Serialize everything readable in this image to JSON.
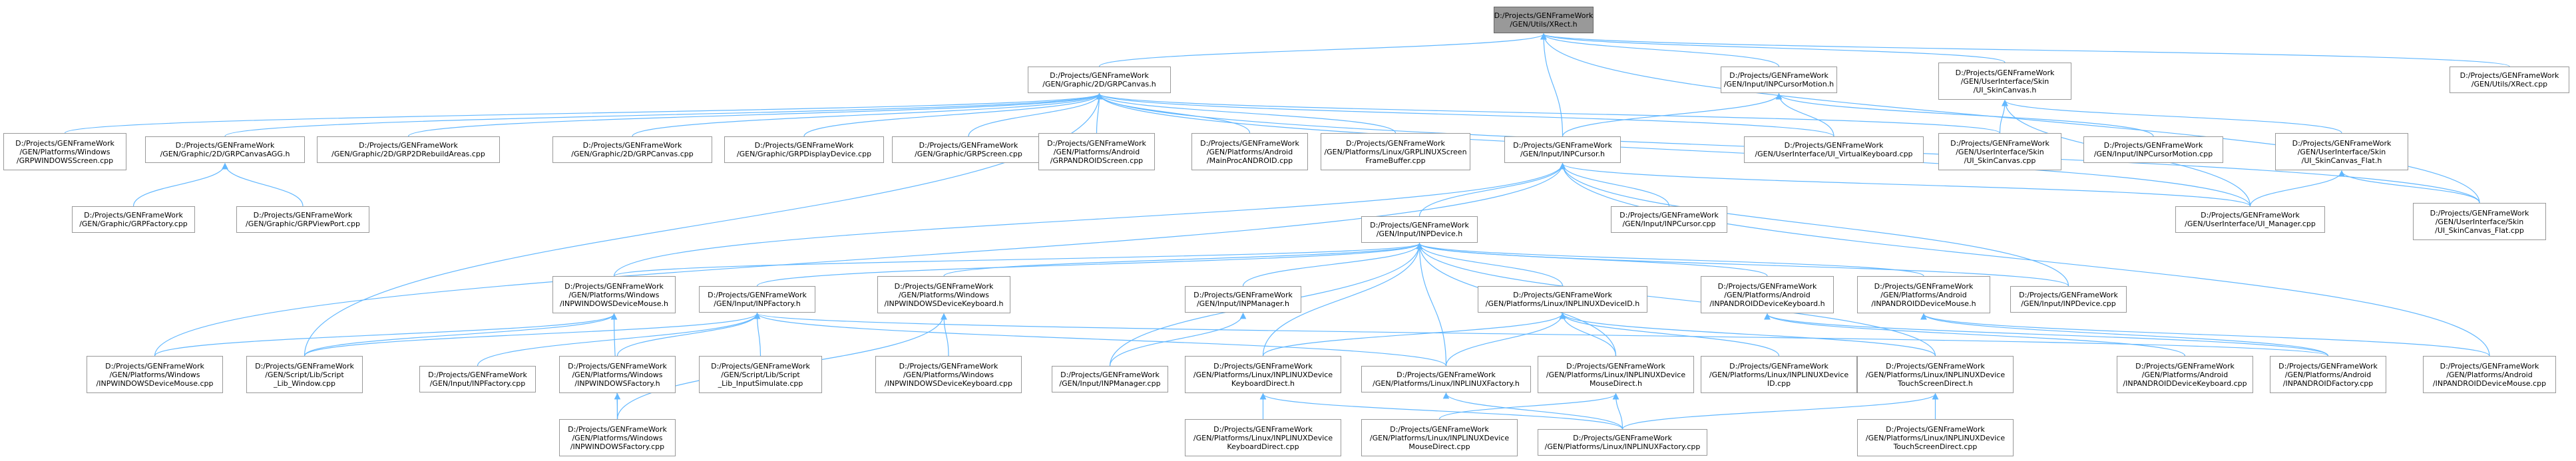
{
  "colors": {
    "edge": "#63b8ff",
    "node_border": "#999999",
    "root_fill": "#999999"
  },
  "nodes": [
    {
      "id": "root",
      "label": "D:/Projects/GENFrameWork\n/GEN/Utils/XRect.h",
      "root": true
    },
    {
      "id": "grpcanvas",
      "label": "D:/Projects/GENFrameWork\n/GEN/Graphic/2D/GRPCanvas.h"
    },
    {
      "id": "inpcursormotion",
      "label": "D:/Projects/GENFrameWork\n/GEN/Input/INPCursorMotion.h"
    },
    {
      "id": "ui_skincanvas_h",
      "label": "D:/Projects/GENFrameWork\n/GEN/UserInterface/Skin\n/UI_SkinCanvas.h"
    },
    {
      "id": "xrect_cpp",
      "label": "D:/Projects/GENFrameWork\n/GEN/Utils/XRect.cpp"
    },
    {
      "id": "grpwindowsscreen",
      "label": "D:/Projects/GENFrameWork\n/GEN/Platforms/Windows\n/GRPWINDOWSScreen.cpp"
    },
    {
      "id": "grpcanvasagg",
      "label": "D:/Projects/GENFrameWork\n/GEN/Graphic/2D/GRPCanvasAGG.h"
    },
    {
      "id": "grp2drebuild",
      "label": "D:/Projects/GENFrameWork\n/GEN/Graphic/2D/GRP2DRebuildAreas.cpp"
    },
    {
      "id": "grpcanvas_cpp",
      "label": "D:/Projects/GENFrameWork\n/GEN/Graphic/2D/GRPCanvas.cpp"
    },
    {
      "id": "grpdisplaydevice",
      "label": "D:/Projects/GENFrameWork\n/GEN/Graphic/GRPDisplayDevice.cpp"
    },
    {
      "id": "grpscreen",
      "label": "D:/Projects/GENFrameWork\n/GEN/Graphic/GRPScreen.cpp"
    },
    {
      "id": "grpandroidscreen",
      "label": "D:/Projects/GENFrameWork\n/GEN/Platforms/Android\n/GRPANDROIDScreen.cpp"
    },
    {
      "id": "mainprocandroid",
      "label": "D:/Projects/GENFrameWork\n/GEN/Platforms/Android\n/MainProcANDROID.cpp"
    },
    {
      "id": "grplinuxscreenfb",
      "label": "D:/Projects/GENFrameWork\n/GEN/Platforms/Linux/GRPLINUXScreen\nFrameBuffer.cpp"
    },
    {
      "id": "inpcursor_h",
      "label": "D:/Projects/GENFrameWork\n/GEN/Input/INPCursor.h"
    },
    {
      "id": "ui_virtualkeyboard",
      "label": "D:/Projects/GENFrameWork\n/GEN/UserInterface/UI_VirtualKeyboard.cpp"
    },
    {
      "id": "ui_skincanvas_cpp",
      "label": "D:/Projects/GENFrameWork\n/GEN/UserInterface/Skin\n/UI_SkinCanvas.cpp"
    },
    {
      "id": "inpcursormotion_cpp",
      "label": "D:/Projects/GENFrameWork\n/GEN/Input/INPCursorMotion.cpp"
    },
    {
      "id": "ui_skincanvas_flat_h",
      "label": "D:/Projects/GENFrameWork\n/GEN/UserInterface/Skin\n/UI_SkinCanvas_Flat.h"
    },
    {
      "id": "grpfactory",
      "label": "D:/Projects/GENFrameWork\n/GEN/Graphic/GRPFactory.cpp"
    },
    {
      "id": "grpviewport",
      "label": "D:/Projects/GENFrameWork\n/GEN/Graphic/GRPViewPort.cpp"
    },
    {
      "id": "inpcursor_cpp",
      "label": "D:/Projects/GENFrameWork\n/GEN/Input/INPCursor.cpp"
    },
    {
      "id": "ui_manager",
      "label": "D:/Projects/GENFrameWork\n/GEN/UserInterface/UI_Manager.cpp"
    },
    {
      "id": "ui_skincanvas_flat_cpp",
      "label": "D:/Projects/GENFrameWork\n/GEN/UserInterface/Skin\n/UI_SkinCanvas_Flat.cpp"
    },
    {
      "id": "inpdevice_h",
      "label": "D:/Projects/GENFrameWork\n/GEN/Input/INPDevice.h"
    },
    {
      "id": "inpwindowsdevicemouse_h",
      "label": "D:/Projects/GENFrameWork\n/GEN/Platforms/Windows\n/INPWINDOWSDeviceMouse.h"
    },
    {
      "id": "inpfactory_h",
      "label": "D:/Projects/GENFrameWork\n/GEN/Input/INPFactory.h"
    },
    {
      "id": "inpwindowsdevicekeyboard_h",
      "label": "D:/Projects/GENFrameWork\n/GEN/Platforms/Windows\n/INPWINDOWSDeviceKeyboard.h"
    },
    {
      "id": "inpmanager_h",
      "label": "D:/Projects/GENFrameWork\n/GEN/Input/INPManager.h"
    },
    {
      "id": "inplinuxdeviceid_h",
      "label": "D:/Projects/GENFrameWork\n/GEN/Platforms/Linux/INPLINUXDeviceID.h"
    },
    {
      "id": "inpandroiddevicekeyboard_h",
      "label": "D:/Projects/GENFrameWork\n/GEN/Platforms/Android\n/INPANDROIDDeviceKeyboard.h"
    },
    {
      "id": "inpandroiddevicemouse_h",
      "label": "D:/Projects/GENFrameWork\n/GEN/Platforms/Android\n/INPANDROIDDeviceMouse.h"
    },
    {
      "id": "inpdevice_cpp",
      "label": "D:/Projects/GENFrameWork\n/GEN/Input/INPDevice.cpp"
    },
    {
      "id": "inpwindowsdevicemouse_cpp",
      "label": "D:/Projects/GENFrameWork\n/GEN/Platforms/Windows\n/INPWINDOWSDeviceMouse.cpp"
    },
    {
      "id": "script_lib_window",
      "label": "D:/Projects/GENFrameWork\n/GEN/Script/Lib/Script\n_Lib_Window.cpp"
    },
    {
      "id": "inpfactory_cpp",
      "label": "D:/Projects/GENFrameWork\n/GEN/Input/INPFactory.cpp"
    },
    {
      "id": "inpwindowsfactory_h",
      "label": "D:/Projects/GENFrameWork\n/GEN/Platforms/Windows\n/INPWINDOWSFactory.h"
    },
    {
      "id": "script_lib_inputsimulate",
      "label": "D:/Projects/GENFrameWork\n/GEN/Script/Lib/Script\n_Lib_InputSimulate.cpp"
    },
    {
      "id": "inpwindowsdevicekeyboard_cpp",
      "label": "D:/Projects/GENFrameWork\n/GEN/Platforms/Windows\n/INPWINDOWSDeviceKeyboard.cpp"
    },
    {
      "id": "inpmanager_cpp",
      "label": "D:/Projects/GENFrameWork\n/GEN/Input/INPManager.cpp"
    },
    {
      "id": "inplinuxdevicekeyboarddirect_h",
      "label": "D:/Projects/GENFrameWork\n/GEN/Platforms/Linux/INPLINUXDevice\nKeyboardDirect.h"
    },
    {
      "id": "inplinuxfactory_h",
      "label": "D:/Projects/GENFrameWork\n/GEN/Platforms/Linux/INPLINUXFactory.h"
    },
    {
      "id": "inplinuxdevicemousedirect_h",
      "label": "D:/Projects/GENFrameWork\n/GEN/Platforms/Linux/INPLINUXDevice\nMouseDirect.h"
    },
    {
      "id": "inplinuxdeviceid_cpp",
      "label": "D:/Projects/GENFrameWork\n/GEN/Platforms/Linux/INPLINUXDevice\nID.cpp"
    },
    {
      "id": "inplinuxdevicetouchscreendirect_h",
      "label": "D:/Projects/GENFrameWork\n/GEN/Platforms/Linux/INPLINUXDevice\nTouchScreenDirect.h"
    },
    {
      "id": "inpandroiddevicekeyboard_cpp",
      "label": "D:/Projects/GENFrameWork\n/GEN/Platforms/Android\n/INPANDROIDDeviceKeyboard.cpp"
    },
    {
      "id": "inpandroidfactory_cpp",
      "label": "D:/Projects/GENFrameWork\n/GEN/Platforms/Android\n/INPANDROIDFactory.cpp"
    },
    {
      "id": "inpandroiddevicemouse_cpp",
      "label": "D:/Projects/GENFrameWork\n/GEN/Platforms/Android\n/INPANDROIDDeviceMouse.cpp"
    },
    {
      "id": "inpwindowsfactory_cpp",
      "label": "D:/Projects/GENFrameWork\n/GEN/Platforms/Windows\n/INPWINDOWSFactory.cpp"
    },
    {
      "id": "inplinuxdevicekeyboarddirect_cpp",
      "label": "D:/Projects/GENFrameWork\n/GEN/Platforms/Linux/INPLINUXDevice\nKeyboardDirect.cpp"
    },
    {
      "id": "inplinuxdevicemousedirect_cpp",
      "label": "D:/Projects/GENFrameWork\n/GEN/Platforms/Linux/INPLINUXDevice\nMouseDirect.cpp"
    },
    {
      "id": "inplinuxfactory_cpp",
      "label": "D:/Projects/GENFrameWork\n/GEN/Platforms/Linux/INPLINUXFactory.cpp"
    },
    {
      "id": "inplinuxdevicetouchscreendirect_cpp",
      "label": "D:/Projects/GENFrameWork\n/GEN/Platforms/Linux/INPLINUXDevice\nTouchScreenDirect.cpp"
    }
  ],
  "edges": [
    [
      "grpcanvas",
      "root"
    ],
    [
      "inpcursormotion",
      "root"
    ],
    [
      "ui_skincanvas_h",
      "root"
    ],
    [
      "xrect_cpp",
      "root"
    ],
    [
      "inpcursor_h",
      "root"
    ],
    [
      "ui_skincanvas_flat_cpp",
      "root"
    ],
    [
      "grpwindowsscreen",
      "grpcanvas"
    ],
    [
      "grpcanvasagg",
      "grpcanvas"
    ],
    [
      "grp2drebuild",
      "grpcanvas"
    ],
    [
      "grpcanvas_cpp",
      "grpcanvas"
    ],
    [
      "grpdisplaydevice",
      "grpcanvas"
    ],
    [
      "grpscreen",
      "grpcanvas"
    ],
    [
      "grpandroidscreen",
      "grpcanvas"
    ],
    [
      "mainprocandroid",
      "grpcanvas"
    ],
    [
      "grplinuxscreenfb",
      "grpcanvas"
    ],
    [
      "ui_virtualkeyboard",
      "grpcanvas"
    ],
    [
      "ui_skincanvas_cpp",
      "grpcanvas"
    ],
    [
      "ui_manager",
      "grpcanvas"
    ],
    [
      "ui_skincanvas_flat_cpp",
      "grpcanvas"
    ],
    [
      "script_lib_window",
      "grpcanvas"
    ],
    [
      "grpfactory",
      "grpcanvasagg"
    ],
    [
      "grpviewport",
      "grpcanvasagg"
    ],
    [
      "inpcursor_h",
      "inpcursormotion"
    ],
    [
      "inpcursormotion_cpp",
      "inpcursormotion"
    ],
    [
      "ui_virtualkeyboard",
      "inpcursormotion"
    ],
    [
      "ui_skincanvas_cpp",
      "ui_skincanvas_h"
    ],
    [
      "ui_skincanvas_flat_h",
      "ui_skincanvas_h"
    ],
    [
      "ui_manager",
      "ui_skincanvas_h"
    ],
    [
      "ui_manager",
      "ui_skincanvas_flat_h"
    ],
    [
      "ui_skincanvas_flat_cpp",
      "ui_skincanvas_flat_h"
    ],
    [
      "inpcursor_cpp",
      "inpcursor_h"
    ],
    [
      "inpdevice_h",
      "inpcursor_h"
    ],
    [
      "inpwindowsdevicemouse_h",
      "inpcursor_h"
    ],
    [
      "ui_manager",
      "inpcursor_h"
    ],
    [
      "inpdevice_cpp",
      "inpcursor_h"
    ],
    [
      "inpwindowsdevicemouse_cpp",
      "inpcursor_h"
    ],
    [
      "inpandroiddevicemouse_cpp",
      "inpcursor_h"
    ],
    [
      "inpwindowsdevicemouse_h",
      "inpdevice_h"
    ],
    [
      "inpfactory_h",
      "inpdevice_h"
    ],
    [
      "inpwindowsdevicekeyboard_h",
      "inpdevice_h"
    ],
    [
      "inpmanager_h",
      "inpdevice_h"
    ],
    [
      "inplinuxdeviceid_h",
      "inpdevice_h"
    ],
    [
      "inpandroiddevicekeyboard_h",
      "inpdevice_h"
    ],
    [
      "inpandroiddevicemouse_h",
      "inpdevice_h"
    ],
    [
      "inpdevice_cpp",
      "inpdevice_h"
    ],
    [
      "inplinuxdevicekeyboarddirect_h",
      "inpdevice_h"
    ],
    [
      "inplinuxfactory_h",
      "inpdevice_h"
    ],
    [
      "inplinuxdevicemousedirect_h",
      "inpdevice_h"
    ],
    [
      "inplinuxdevicetouchscreendirect_h",
      "inpdevice_h"
    ],
    [
      "inpmanager_cpp",
      "inpdevice_h"
    ],
    [
      "inpwindowsdevicemouse_cpp",
      "inpwindowsdevicemouse_h"
    ],
    [
      "script_lib_window",
      "inpwindowsdevicemouse_h"
    ],
    [
      "inpwindowsfactory_cpp",
      "inpwindowsdevicemouse_h"
    ],
    [
      "script_lib_window",
      "inpfactory_h"
    ],
    [
      "inpfactory_cpp",
      "inpfactory_h"
    ],
    [
      "inpwindowsfactory_h",
      "inpfactory_h"
    ],
    [
      "script_lib_inputsimulate",
      "inpfactory_h"
    ],
    [
      "inplinuxfactory_h",
      "inpfactory_h"
    ],
    [
      "inpandroidfactory_cpp",
      "inpfactory_h"
    ],
    [
      "inpwindowsfactory_cpp",
      "inpwindowsfactory_h"
    ],
    [
      "inpwindowsdevicekeyboard_cpp",
      "inpwindowsdevicekeyboard_h"
    ],
    [
      "inpwindowsfactory_cpp",
      "inpwindowsdevicekeyboard_h"
    ],
    [
      "inpmanager_cpp",
      "inpmanager_h"
    ],
    [
      "inplinuxdevicekeyboarddirect_h",
      "inplinuxdeviceid_h"
    ],
    [
      "inplinuxfactory_h",
      "inplinuxdeviceid_h"
    ],
    [
      "inplinuxdevicemousedirect_h",
      "inplinuxdeviceid_h"
    ],
    [
      "inplinuxdeviceid_cpp",
      "inplinuxdeviceid_h"
    ],
    [
      "inplinuxdevicetouchscreendirect_h",
      "inplinuxdeviceid_h"
    ],
    [
      "inpandroiddevicekeyboard_cpp",
      "inpandroiddevicekeyboard_h"
    ],
    [
      "inpandroidfactory_cpp",
      "inpandroiddevicekeyboard_h"
    ],
    [
      "inpandroiddevicemouse_cpp",
      "inpandroiddevicemouse_h"
    ],
    [
      "inpandroidfactory_cpp",
      "inpandroiddevicemouse_h"
    ],
    [
      "inplinuxdevicekeyboarddirect_cpp",
      "inplinuxdevicekeyboarddirect_h"
    ],
    [
      "inplinuxfactory_cpp",
      "inplinuxdevicekeyboarddirect_h"
    ],
    [
      "inplinuxdevicemousedirect_cpp",
      "inplinuxdevicemousedirect_h"
    ],
    [
      "inplinuxfactory_cpp",
      "inplinuxdevicemousedirect_h"
    ],
    [
      "inplinuxdevicetouchscreendirect_cpp",
      "inplinuxdevicetouchscreendirect_h"
    ],
    [
      "inplinuxfactory_cpp",
      "inplinuxdevicetouchscreendirect_h"
    ],
    [
      "inplinuxfactory_cpp",
      "inplinuxfactory_h"
    ]
  ]
}
